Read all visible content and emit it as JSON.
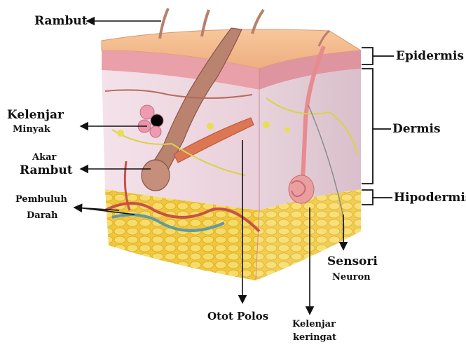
{
  "labels": {
    "rambut": "Rambut",
    "kelenjar_minyak_1": "Kelenjar",
    "kelenjar_minyak_2": "Minyak",
    "akar_rambut_1": "Akar",
    "akar_rambut_2": "Rambut",
    "pembuluh_darah_1": "Pembuluh",
    "pembuluh_darah_2": "Darah",
    "otot_polos": "Otot Polos",
    "kelenjar_keringat_1": "Kelenjar",
    "kelenjar_keringat_2": "keringat",
    "sensori_neuron_1": "Sensori",
    "sensori_neuron_2": "Neuron",
    "epidermis": "Epidermis",
    "dermis": "Dermis",
    "hipodermis": "Hipodermis"
  },
  "colors": {
    "epidermis_top": "#f3b98c",
    "epidermis_layer": "#e8a2a8",
    "dermis": "#f2dde6",
    "hypodermis_fat": "#f2cf45",
    "hair_shaft": "#b07a66",
    "blood_vessel_red": "#c8504a",
    "blood_vessel_blue": "#5f9aa3",
    "muscle": "#d8704f",
    "nerve": "#d9d24a",
    "arrow": "#111111"
  }
}
